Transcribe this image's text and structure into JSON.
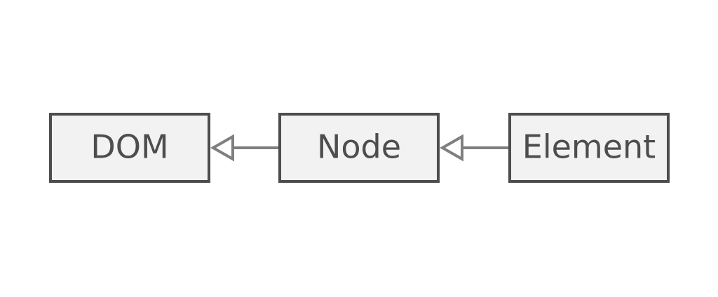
{
  "diagram": {
    "nodes": [
      {
        "id": "dom",
        "label": "DOM"
      },
      {
        "id": "node",
        "label": "Node"
      },
      {
        "id": "element",
        "label": "Element"
      }
    ],
    "edges": [
      {
        "from": "node",
        "to": "dom",
        "kind": "inheritance"
      },
      {
        "from": "element",
        "to": "node",
        "kind": "inheritance"
      }
    ],
    "colors": {
      "box_fill": "#f2f2f2",
      "box_stroke": "#4d4d4d",
      "text": "#4d4d4d",
      "edge": "#7f7f7f"
    }
  }
}
